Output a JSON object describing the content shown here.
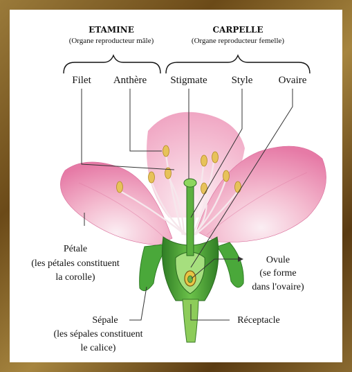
{
  "stamen": {
    "title": "ETAMINE",
    "subtitle": "(Organe reproducteur mâle)",
    "parts": [
      "Filet",
      "Anthère"
    ]
  },
  "carpel": {
    "title": "CARPELLE",
    "subtitle": "(Organe reproducteur femelle)",
    "parts": [
      "Stigmate",
      "Style",
      "Ovaire"
    ]
  },
  "petal": {
    "label": "Pétale",
    "note_line1": "(les pétales constituent",
    "note_line2": "la corolle)"
  },
  "ovule": {
    "label": "Ovule",
    "note_line1": "(se forme",
    "note_line2": "dans l'ovaire)"
  },
  "receptacle": {
    "label": "Réceptacle"
  },
  "sepal": {
    "label": "Sépale",
    "note_line1": "(les sépales constituent",
    "note_line2": "le calice)"
  },
  "colors": {
    "petal": "#e98ab0",
    "petal_light": "#f7d6e3",
    "sepal": "#4aa83a",
    "anther": "#e7c25a"
  }
}
